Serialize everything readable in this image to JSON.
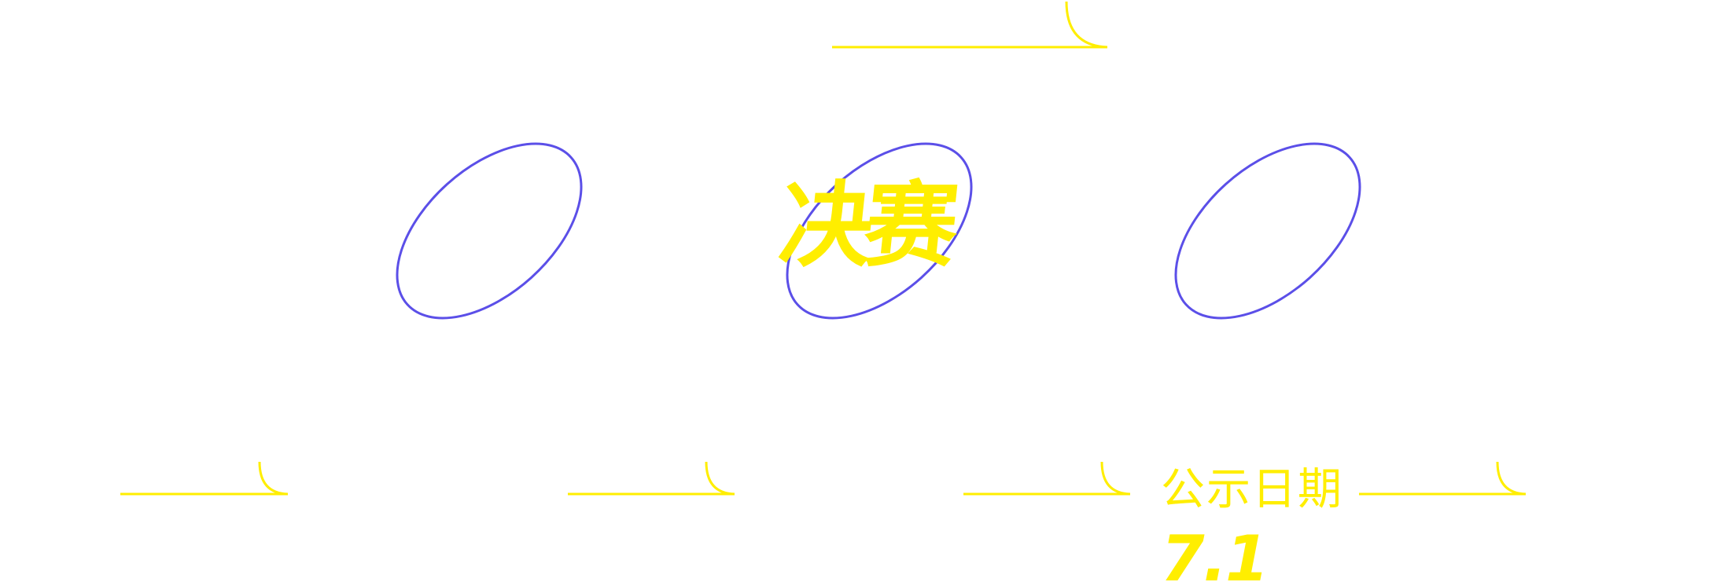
{
  "headline": "决赛",
  "notice": {
    "label": "公示日期",
    "date": "7.1"
  },
  "colors": {
    "accent_yellow": "#ffee00",
    "ring_purple": "#5b4fe8",
    "background": "#ffffff"
  }
}
